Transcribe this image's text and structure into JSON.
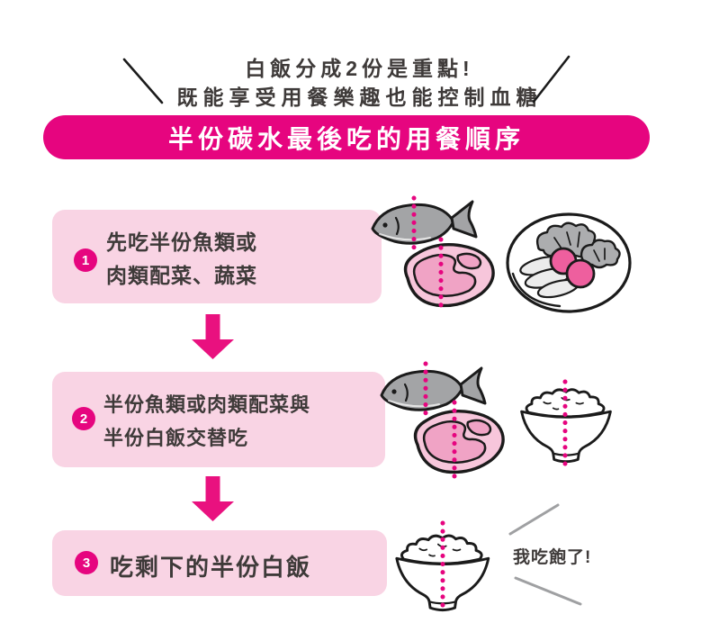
{
  "header": {
    "line1": "白飯分成2份是重點!",
    "line2": "既能享受用餐樂趣也能控制血糖"
  },
  "banner": {
    "title": "半份碳水最後吃的用餐順序"
  },
  "steps": [
    {
      "number": "1",
      "lines": [
        "先吃半份魚類或",
        "肉類配菜、蔬菜"
      ],
      "illustrations": [
        "fish-half-cut",
        "steak-half-cut",
        "salad-plate"
      ]
    },
    {
      "number": "2",
      "lines": [
        "半份魚類或肉類配菜與",
        "半份白飯交替吃"
      ],
      "illustrations": [
        "fish-half-cut",
        "steak-half-cut",
        "rice-bowl-half-cut"
      ]
    },
    {
      "number": "3",
      "lines": [
        "吃剩下的半份白飯"
      ],
      "illustrations": [
        "rice-bowl-half-cut"
      ],
      "speech": "我吃飽了!"
    }
  ],
  "colors": {
    "magenta": "#E6057F",
    "light_pink_box": "#F9D4E4",
    "text_dark": "#3E3A39",
    "outline_black": "#1B1B1B",
    "fish_gray": "#A3A4A6",
    "lettuce_gray": "#ACADAF",
    "meat_pink": "#F0A3C5",
    "meat_fat_pink": "#F7C6DB",
    "tomato_pink": "#EE5F9E",
    "speech_line_gray": "#9FA0A2"
  }
}
